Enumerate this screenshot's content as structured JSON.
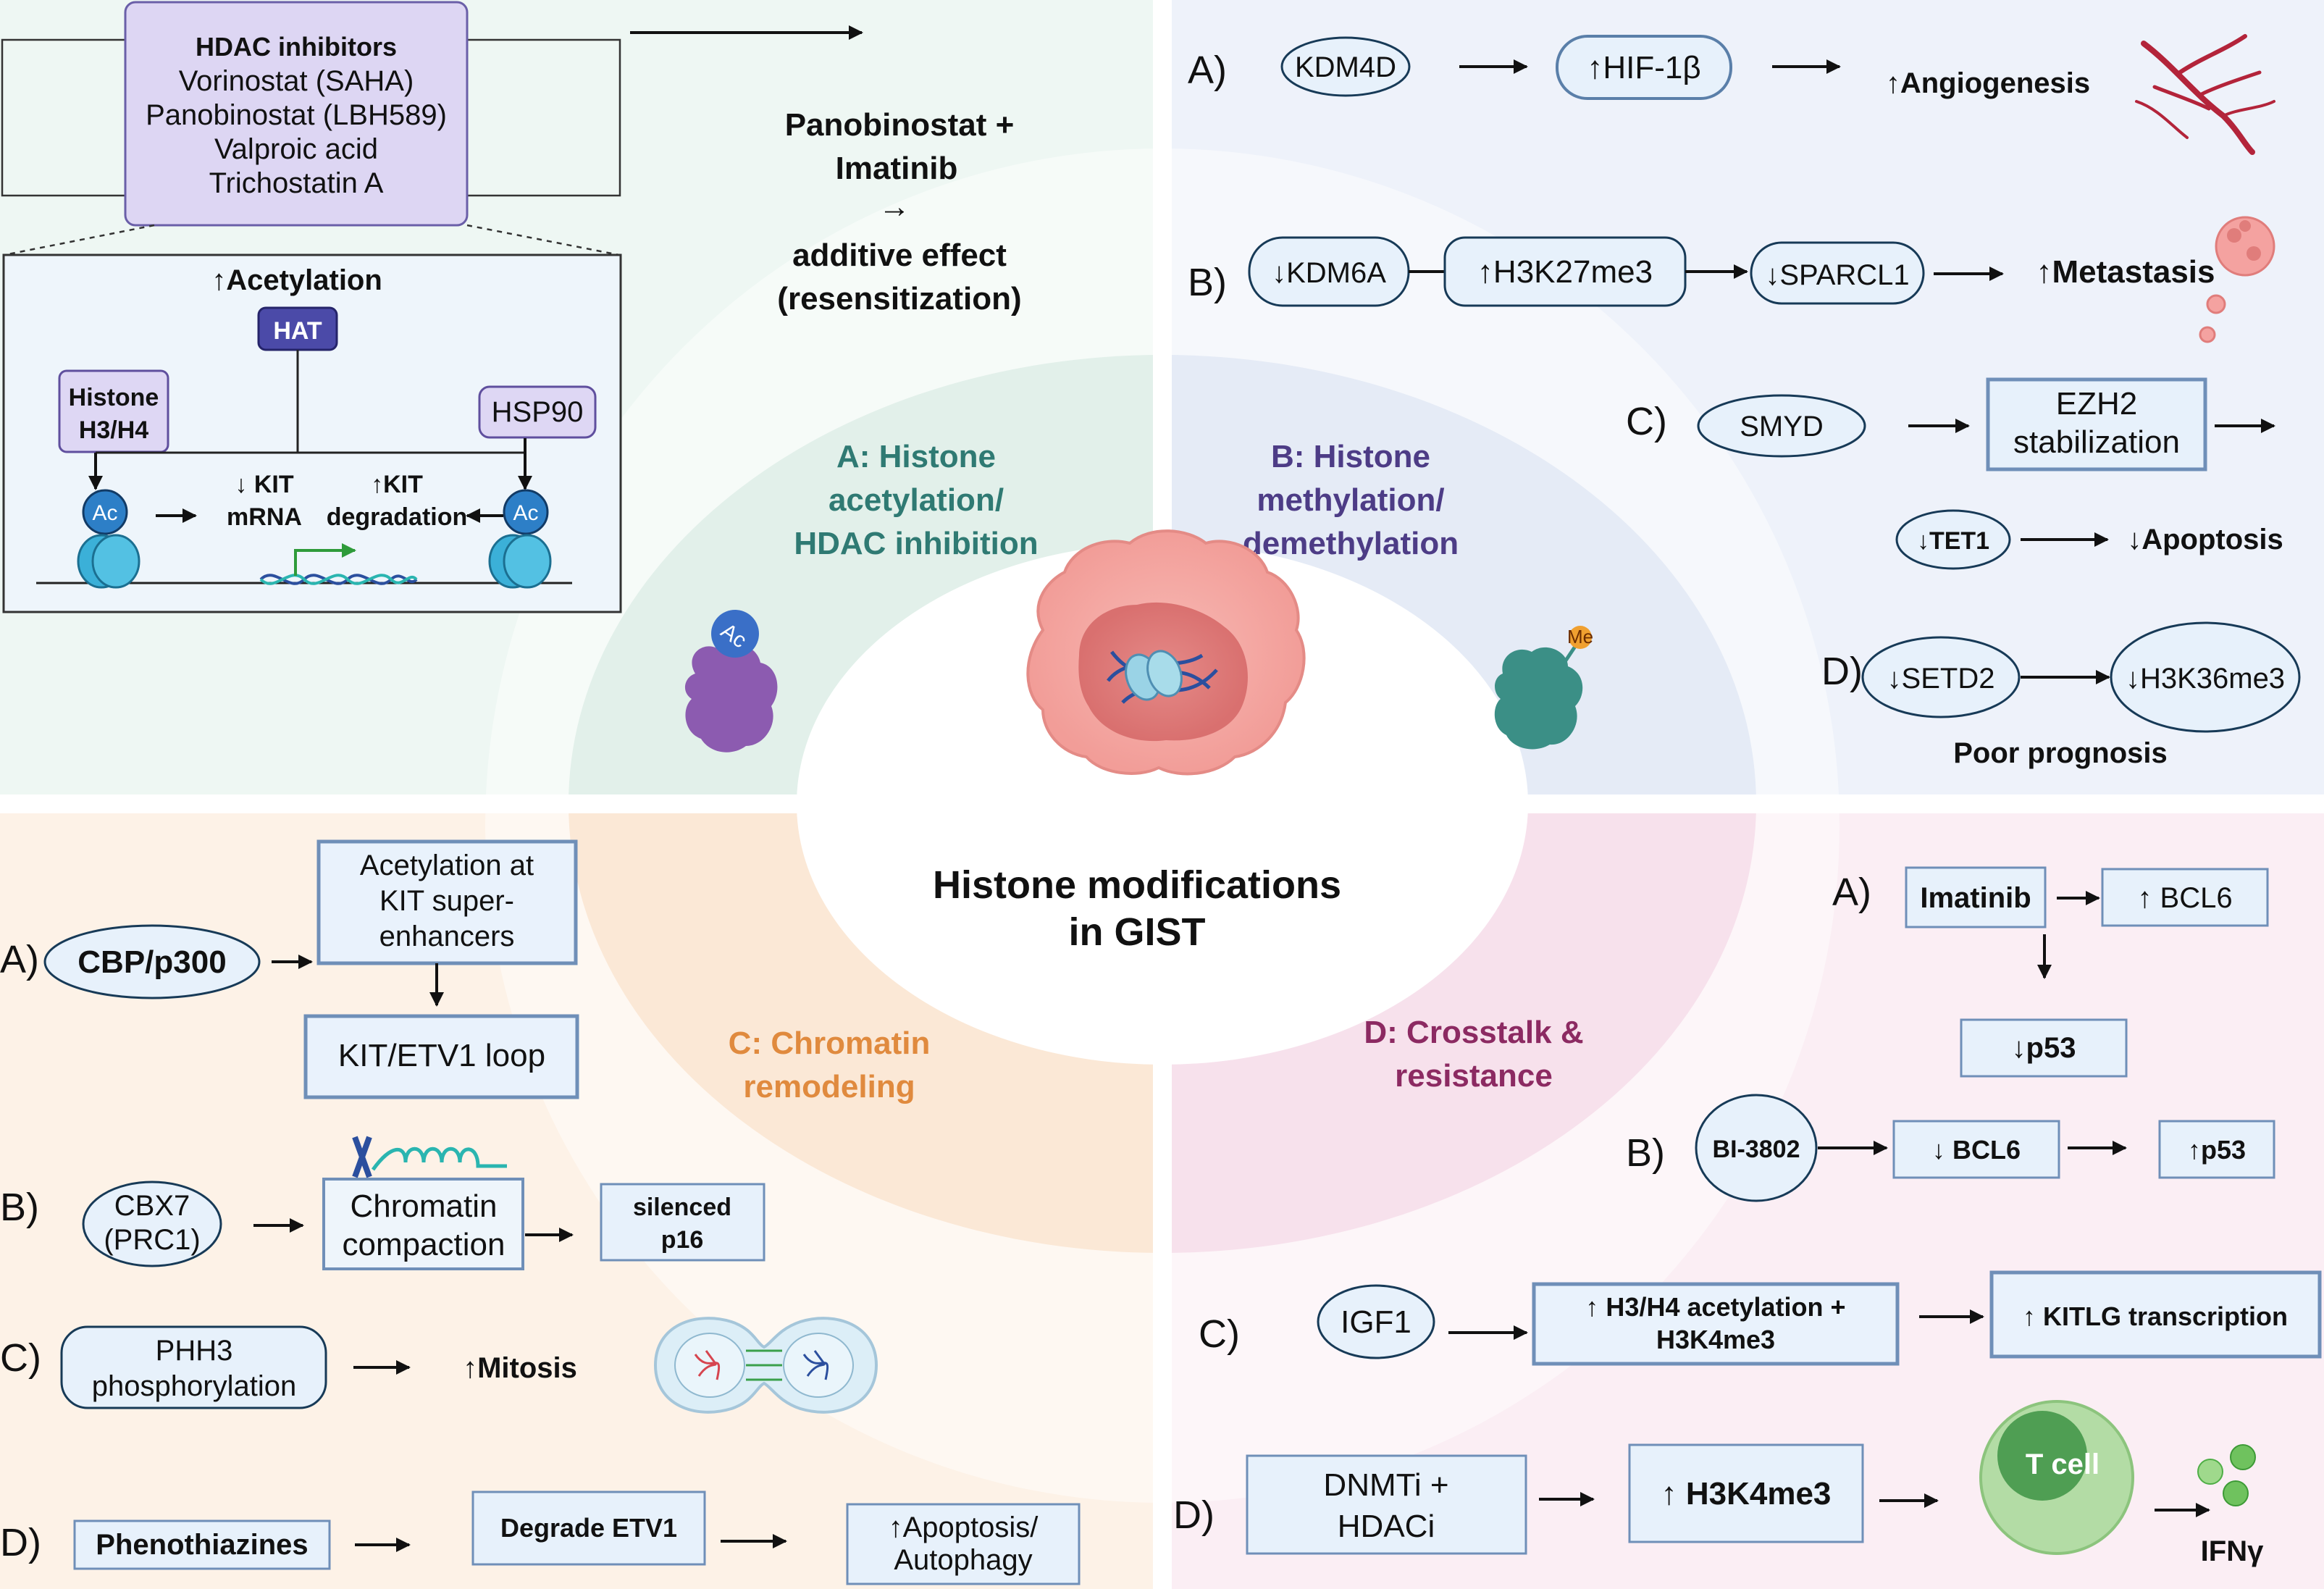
{
  "center": {
    "title_line1": "Histone modifications",
    "title_line2": "in GIST"
  },
  "quadrants": {
    "A": {
      "line1": "A: Histone",
      "line2": "acetylation/",
      "line3": "HDAC inhibition",
      "color": "#2f7a73"
    },
    "B": {
      "line1": "B: Histone",
      "line2": "methylation/",
      "line3": "demethylation",
      "color": "#4d3c86"
    },
    "C": {
      "line1": "C: Chromatin",
      "line2": "remodeling",
      "color": "#e08a3e"
    },
    "D": {
      "line1": "D: Crosstalk &",
      "line2": "resistance",
      "color": "#8c2a62"
    }
  },
  "icons": {
    "ac": "Ac",
    "me": "Me"
  },
  "panelA": {
    "hdac": {
      "title": "HDAC inhibitors",
      "items": [
        "Vorinostat (SAHA)",
        "Panobinostat (LBH589)",
        "Valproic acid",
        "Trichostatin A"
      ]
    },
    "detail": {
      "acetylation": "↑Acetylation",
      "hat": "HAT",
      "histone_line1": "Histone",
      "histone_line2": "H3/H4",
      "hsp90": "HSP90",
      "ac": "Ac",
      "kit_mrna_line1": "↓ KIT",
      "kit_mrna_line2": "mRNA",
      "kit_deg_line1": "↑KIT",
      "kit_deg_line2": "degradation"
    },
    "combo": {
      "line1": "Panobinostat +",
      "line2": "Imatinib",
      "line3": "→",
      "line4": "additive effect",
      "line5": "(resensitization)"
    }
  },
  "panelB": {
    "A": {
      "label": "A)",
      "n1": "KDM4D",
      "n2": "↑HIF-1β",
      "out": "↑Angiogenesis"
    },
    "B": {
      "label": "B)",
      "n1": "↓KDM6A",
      "n2": "↑H3K27me3",
      "n3": "↓SPARCL1",
      "out": "↑Metastasis"
    },
    "C": {
      "label": "C)",
      "n1": "SMYD",
      "n2_line1": "EZH2",
      "n2_line2": "stabilization",
      "n3": "↓TET1",
      "out": "↓Apoptosis"
    },
    "D": {
      "label": "D)",
      "n1": "↓SETD2",
      "n2": "↓H3K36me3",
      "note": "Poor prognosis"
    }
  },
  "panelC": {
    "A": {
      "label": "A)",
      "n1": "CBP/p300",
      "n2_line1": "Acetylation at",
      "n2_line2": "KIT super-",
      "n2_line3": "enhancers",
      "n3": "KIT/ETV1 loop"
    },
    "B": {
      "label": "B)",
      "n1_line1": "CBX7",
      "n1_line2": "(PRC1)",
      "n2_line1": "Chromatin",
      "n2_line2": "compaction",
      "n3_line1": "silenced",
      "n3_line2": "p16"
    },
    "C": {
      "label": "C)",
      "n1_line1": "PHH3",
      "n1_line2": "phosphorylation",
      "out": "↑Mitosis"
    },
    "D": {
      "label": "D)",
      "n1": "Phenothiazines",
      "n2": "Degrade ETV1",
      "n3_line1": "↑Apoptosis/",
      "n3_line2": "Autophagy"
    }
  },
  "panelD": {
    "A": {
      "label": "A)",
      "n1": "Imatinib",
      "n2": "↑ BCL6",
      "n3": "↓p53"
    },
    "B": {
      "label": "B)",
      "n1": "BI-3802",
      "n2": "↓ BCL6",
      "n3": "↑p53"
    },
    "C": {
      "label": "C)",
      "n1": "IGF1",
      "n2_line1": "↑ H3/H4 acetylation +",
      "n2_line2": "H3K4me3",
      "n3": "↑ KITLG transcription"
    },
    "D": {
      "label": "D)",
      "n1_line1": "DNMTi +",
      "n1_line2": "HDACi",
      "n2": "↑ H3K4me3",
      "cell": "T cell",
      "out": "IFNγ"
    }
  }
}
